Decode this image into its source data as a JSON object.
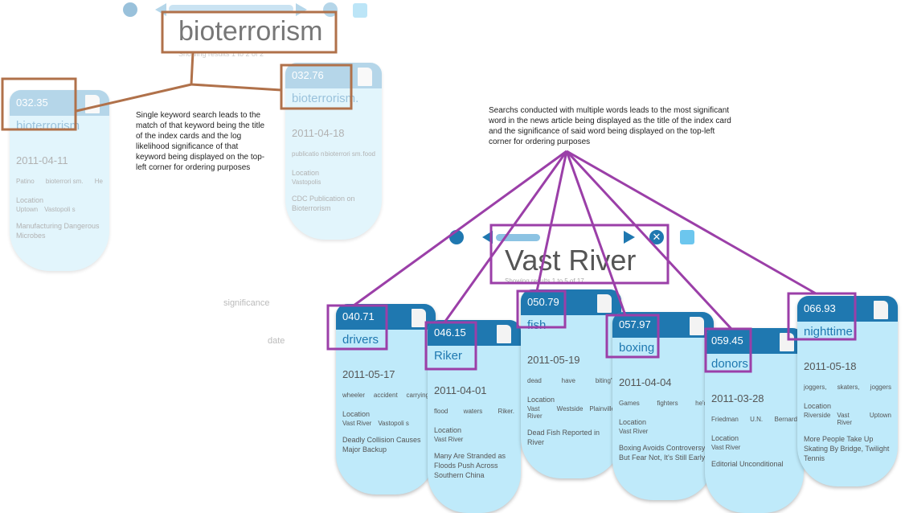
{
  "top_search": {
    "query": "bioterrorism",
    "results_text": "Showing results 1 to 2 of 2"
  },
  "bottom_search": {
    "query": "Vast River",
    "results_text": "Showing results 1 to 5 of 17"
  },
  "annotations": {
    "single": "Single keyword search leads to the match of that keyword being the title of the index cards and the log likelihood significance of that keyword being displayed on the top-left corner for ordering purposes",
    "multi": "Searchs conducted with multiple words leads to the most significant word in the news article being displayed as the title of the index card and the significance of said word being displayed on the top-left corner for ordering purposes"
  },
  "axis_labels": {
    "significance": "significance",
    "date": "date"
  },
  "colors": {
    "card_header": "#1f78b0",
    "card_body": "#bfeafa",
    "single_highlight": "#b0714a",
    "multi_highlight": "#9b3fa8"
  },
  "faded_cards": [
    {
      "score": "032.35",
      "keyword": "bioterrorism",
      "date": "2011-04-11",
      "words": [
        "Patino",
        "bioterrori sm.",
        "He"
      ],
      "location_label": "Location",
      "locations": [
        "Uptown",
        "Vastopoli s"
      ],
      "headline": "Manufacturing Dangerous Microbes"
    },
    {
      "score": "032.76",
      "keyword": "bioterrorism.",
      "date": "2011-04-18",
      "words": [
        "publicatio n",
        "bioterrori sm.",
        "food"
      ],
      "location_label": "Location",
      "locations": [
        "Vastopolis"
      ],
      "headline": "CDC Publication on Bioterrorism"
    }
  ],
  "cards": [
    {
      "score": "040.71",
      "keyword": "drivers",
      "date": "2011-05-17",
      "words": [
        "wheeler",
        "accident",
        "carrying"
      ],
      "location_label": "Location",
      "locations": [
        "Vast River",
        "Vastopoli s"
      ],
      "headline": "Deadly Collision Causes Major Backup"
    },
    {
      "score": "046.15",
      "keyword": "Riker",
      "date": "2011-04-01",
      "words": [
        "flood",
        "waters",
        "Riker."
      ],
      "location_label": "Location",
      "locations": [
        "Vast River"
      ],
      "headline": "Many Are Stranded as Floods Push Across Southern China"
    },
    {
      "score": "050.79",
      "keyword": "fish",
      "date": "2011-05-19",
      "words": [
        "dead",
        "have",
        "biting\"."
      ],
      "location_label": "Location",
      "locations": [
        "Vast River",
        "Westside",
        "Plainville"
      ],
      "headline": "Dead Fish Reported in River"
    },
    {
      "score": "057.97",
      "keyword": "boxing",
      "date": "2011-04-04",
      "words": [
        "Games",
        "fighters",
        "he'd"
      ],
      "location_label": "Location",
      "locations": [
        "Vast River"
      ],
      "headline": "Boxing Avoids Controversy But Fear Not, It's Still Early"
    },
    {
      "score": "059.45",
      "keyword": "donors",
      "date": "2011-03-28",
      "words": [
        "Friedman",
        "U.N.",
        "Bernard"
      ],
      "location_label": "Location",
      "locations": [
        "Vast River"
      ],
      "headline": "Editorial Unconditional"
    },
    {
      "score": "066.93",
      "keyword": "nighttime",
      "date": "2011-05-18",
      "words": [
        "joggers,",
        "skaters,",
        "joggers"
      ],
      "location_label": "Location",
      "locations": [
        "Riverside",
        "Vast River",
        "Uptown"
      ],
      "headline": "More People Take Up Skating By Bridge, Twilight Tennis"
    }
  ]
}
